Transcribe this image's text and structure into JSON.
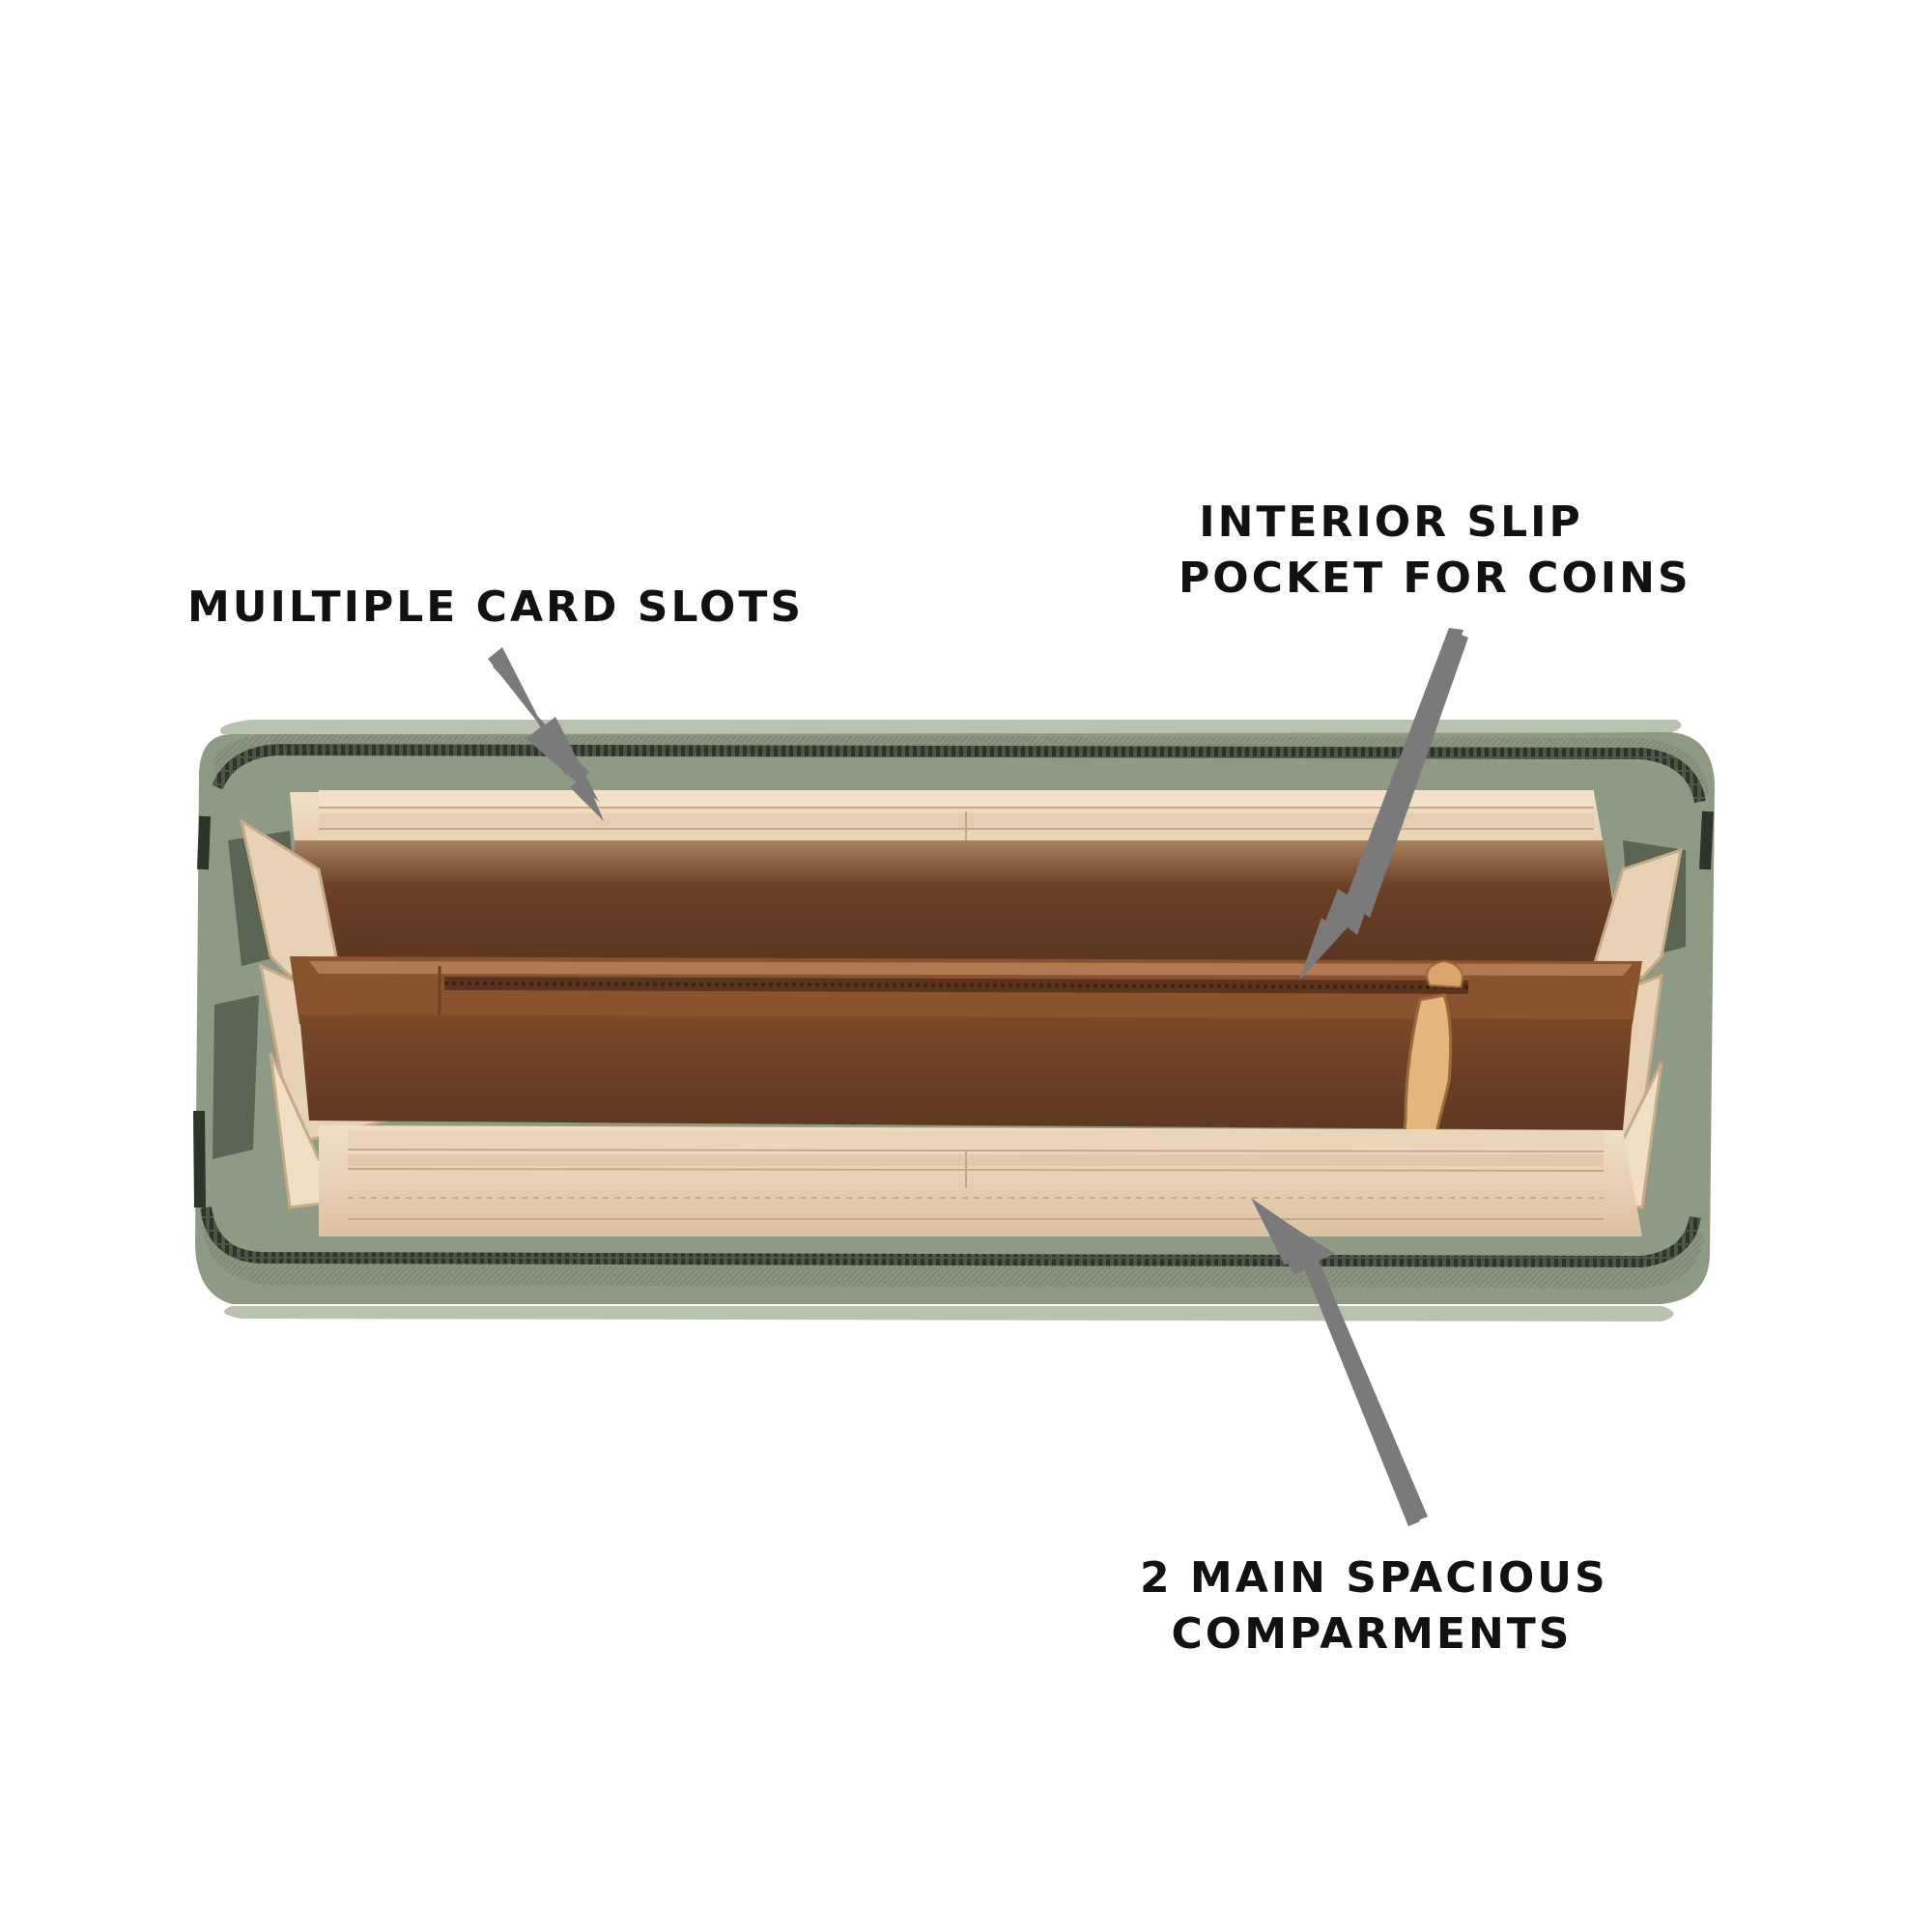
{
  "callouts": {
    "card_slots": "MUILTIPLE CARD SLOTS",
    "coin_pocket": [
      "INTERIOR SLIP",
      "POCKET FOR COINS"
    ],
    "compartments": [
      "2 MAIN SPACIOUS",
      "COMPARMENTS"
    ]
  },
  "colors": {
    "background": "#ffffff",
    "wallet_exterior": "#8e9a84",
    "wallet_exterior_light": "#b9c2ad",
    "zipper": "#3f4a3c",
    "interior_beige": "#e8d2b6",
    "interior_brown": "#6b4126",
    "coin_pocket_fabric": "#8a5330",
    "arrow": "#7a7a7a",
    "text": "#111111",
    "hardware": "#d9a56a"
  },
  "icons": {
    "arrows": [
      "arrow-down-right-icon",
      "arrow-down-left-icon",
      "arrow-up-left-icon"
    ],
    "zipper_pull": "zipper-pull-icon"
  }
}
